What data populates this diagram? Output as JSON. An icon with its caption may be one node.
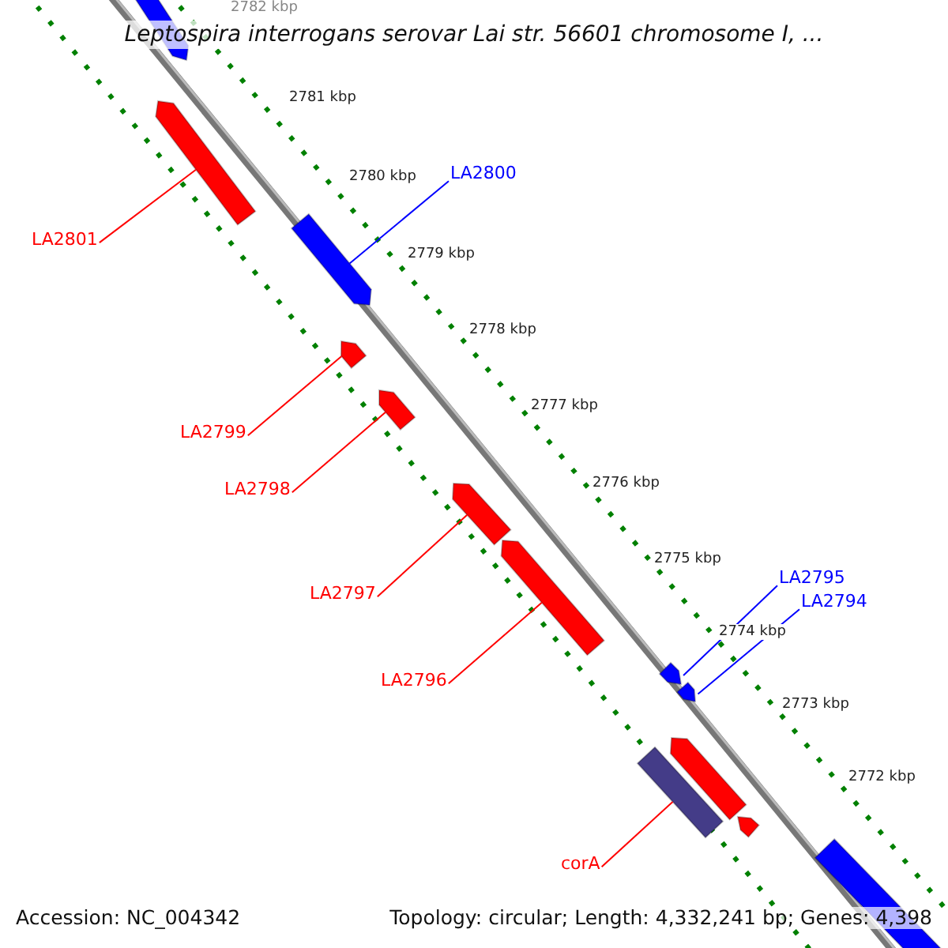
{
  "diagram": {
    "title": "Leptospira interrogans serovar Lai str. 56601 chromosome I, ...",
    "nodes": [
      {
        "text": [
          "LA2800"
        ]
      },
      {
        "text": [
          "LA2801"
        ]
      },
      {
        "text": [
          "LA2799"
        ]
      },
      {
        "text": [
          "LA2798"
        ]
      },
      {
        "text": [
          "LA2797"
        ]
      },
      {
        "text": [
          "LA2795"
        ]
      },
      {
        "text": [
          "LA2794"
        ]
      },
      {
        "text": [
          "LA2796"
        ]
      },
      {
        "text": [
          "corA"
        ]
      },
      {
        "text": [],
        "shape": "bar"
      },
      {
        "text": [],
        "shape": "bar"
      },
      {
        "text": [],
        "shape": "bar"
      },
      {
        "text": [],
        "shape": "bar"
      },
      {
        "text": [],
        "shape": "bar"
      },
      {
        "text": [],
        "shape": "bar"
      },
      {
        "text": [],
        "shape": "bar"
      },
      {
        "text": [],
        "shape": "bar"
      },
      {
        "text": [],
        "shape": "bar"
      },
      {
        "text": [],
        "shape": "bar"
      },
      {
        "text": [],
        "shape": "bar"
      },
      {
        "text": [],
        "shape": "bar"
      },
      {
        "text": [],
        "shape": "bar"
      }
    ],
    "edges": [
      {
        "from": 0,
        "to": 11,
        "arrow": "none",
        "color": "#0000ff"
      },
      {
        "from": 1,
        "to": 10,
        "arrow": "none"
      },
      {
        "from": 2,
        "to": 12,
        "arrow": "none"
      },
      {
        "from": 3,
        "to": 13,
        "arrow": "none"
      },
      {
        "from": 4,
        "to": 14,
        "arrow": "none"
      },
      {
        "from": 5,
        "to": 16,
        "arrow": "none",
        "color": "#0000ff"
      },
      {
        "from": 6,
        "to": 17,
        "arrow": "none",
        "color": "#0000ff"
      },
      {
        "from": 7,
        "to": 15,
        "arrow": "none"
      },
      {
        "from": 8,
        "to": 19,
        "arrow": "none"
      }
    ],
    "labels": [
      "2782 kbp",
      "2781 kbp",
      "2780 kbp",
      "2779 kbp",
      "2778 kbp",
      "2777 kbp",
      "2776 kbp",
      "2775 kbp",
      "2774 kbp",
      "2773 kbp",
      "2772 kbp",
      "Accession: NC_004342",
      "Topology: circular; Length: 4,332,241 bp; Genes: 4,398"
    ]
  }
}
